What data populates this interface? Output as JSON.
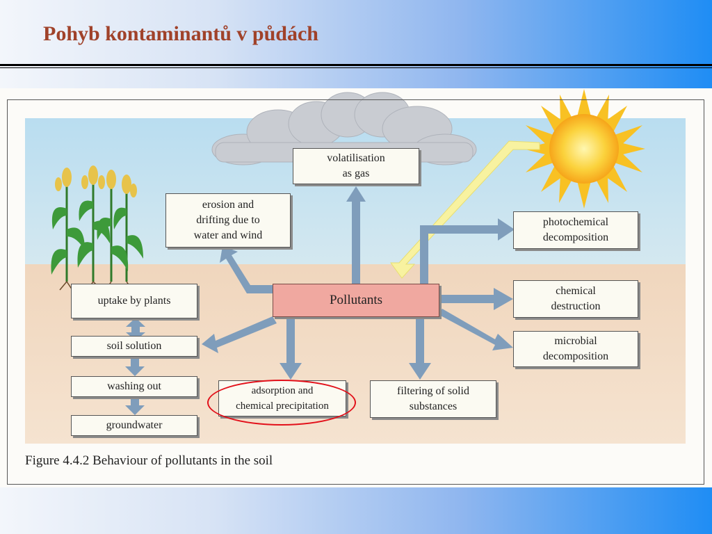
{
  "slide": {
    "title": "Pohyb kontaminantů v půdách"
  },
  "figure": {
    "caption": "Figure 4.4.2 Behaviour of pollutants in the soil",
    "nodes": {
      "volatilisation": "volatilisation\nas gas",
      "erosion": "erosion and\ndrifting due to\nwater and wind",
      "photochemical": "photochemical\ndecomposition",
      "uptake": "uptake by plants",
      "pollutants": "Pollutants",
      "chemical_destruction": "chemical\ndestruction",
      "soil_solution": "soil solution",
      "microbial": "microbial\ndecomposition",
      "washing_out": "washing out",
      "adsorption": "adsorption and\nchemical precipitation",
      "filtering": "filtering of solid\nsubstances",
      "groundwater": "groundwater"
    },
    "colors": {
      "sky": "#bfe0f2",
      "soil": "#f1dac2",
      "arrow": "#7f9dbb",
      "sun_ray": "#f8f2a0",
      "sun": "#f7b21a",
      "highlight": "#e2101a"
    }
  }
}
